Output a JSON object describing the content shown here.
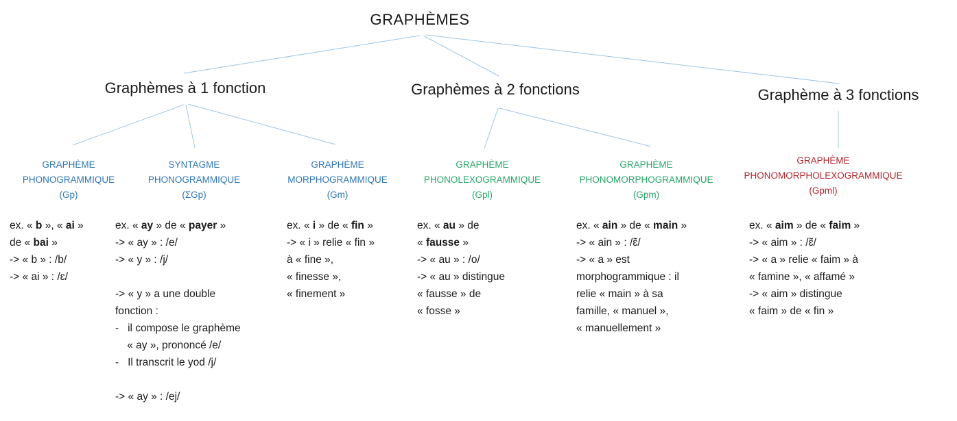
{
  "title": "GRAPHÈMES",
  "colors": {
    "blue": "#2E75B6",
    "green": "#27A567",
    "red": "#B1252B",
    "connector": "#9DC3E6",
    "text": "#1A1A1A"
  },
  "branches": [
    {
      "label": "Graphèmes à 1 fonction",
      "nodes": [
        {
          "title_lines": [
            "GRAPHÈME",
            "PHONOGRAMMIQUE",
            "(Gp)"
          ],
          "color_key": "blue",
          "example_lines": [
            "ex. « **b** », « **ai** »",
            "de « **bai** »",
            "-> « b » : /b/",
            "-> « ai » : /ɛ/"
          ]
        },
        {
          "title_lines": [
            "SYNTAGME",
            "PHONOGRAMMIQUE",
            "(ΣGp)"
          ],
          "color_key": "blue",
          "example_lines": [
            "ex. « **ay** » de « **payer** »",
            "-> « ay » : /e/",
            "-> « y » : /j/",
            "",
            "-> « y » a une double",
            "fonction :",
            "-   il compose le graphème",
            "    « ay », prononcé /e/",
            "-   Il transcrit le yod /j/",
            "",
            "-> « ay » : /ej/"
          ]
        },
        {
          "title_lines": [
            "GRAPHÈME",
            "MORPHOGRAMMIQUE",
            "(Gm)"
          ],
          "color_key": "blue",
          "example_lines": [
            "ex. « **i** » de « **fin** »",
            "-> « i » relie « fin »",
            "à « fine »,",
            "« finesse »,",
            "« finement »"
          ]
        }
      ]
    },
    {
      "label": "Graphèmes à 2 fonctions",
      "nodes": [
        {
          "title_lines": [
            "GRAPHÈME",
            "PHONOLEXOGRAMMIQUE",
            "(Gpl)"
          ],
          "color_key": "green",
          "example_lines": [
            "ex. « **au** » de",
            "« **fausse** »",
            "-> « au » : /o/",
            "-> « au » distingue",
            "« fausse » de",
            "« fosse »"
          ]
        },
        {
          "title_lines": [
            "GRAPHÈME",
            "PHONOMORPHOGRAMMIQUE",
            "(Gpm)"
          ],
          "color_key": "green",
          "example_lines": [
            "ex. « **ain** » de « **main** »",
            "-> « ain » : /ɛ̃/",
            "-> « a » est",
            "morphogrammique : il",
            "relie « main » à sa",
            "famille, « manuel »,",
            "« manuellement »"
          ]
        }
      ]
    },
    {
      "label": "Graphème à 3 fonctions",
      "nodes": [
        {
          "title_lines": [
            "GRAPHÈME",
            "PHONOMORPHOLEXOGRAMMIQUE",
            "(Gpml)"
          ],
          "color_key": "red",
          "example_lines": [
            "ex. « **aim** » de « **faim** »",
            "-> « aim » : /ɛ̃/",
            "-> « a » relie « faim » à",
            "« famine », « affamé »",
            "-> « aim » distingue",
            "« faim » de « fin »"
          ]
        }
      ]
    }
  ]
}
